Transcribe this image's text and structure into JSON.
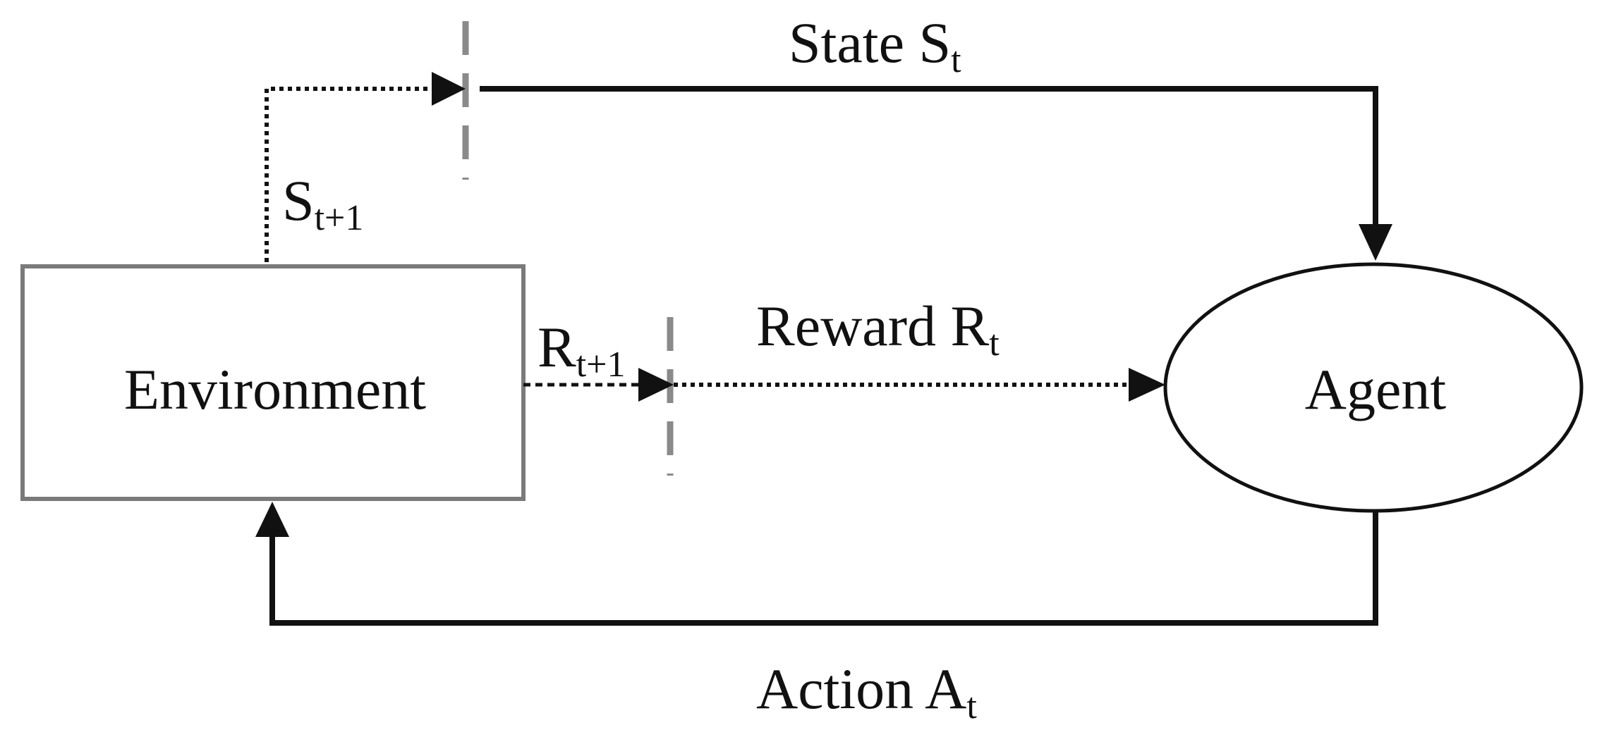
{
  "diagram": {
    "environment": {
      "label": "Environment"
    },
    "agent": {
      "label": "Agent"
    },
    "state": {
      "prefix": "State S",
      "subscript": "t"
    },
    "next_state": {
      "prefix": "S",
      "subscript": "t+1"
    },
    "reward": {
      "prefix": "Reward R",
      "subscript": "t"
    },
    "next_reward": {
      "prefix": "R",
      "subscript": "t+1"
    },
    "action": {
      "prefix": "Action A",
      "subscript": "t"
    }
  },
  "colors": {
    "line": "#111111",
    "box_border": "#7a7a7a",
    "delay_marker": "#8a8a8a",
    "background": "#ffffff"
  }
}
